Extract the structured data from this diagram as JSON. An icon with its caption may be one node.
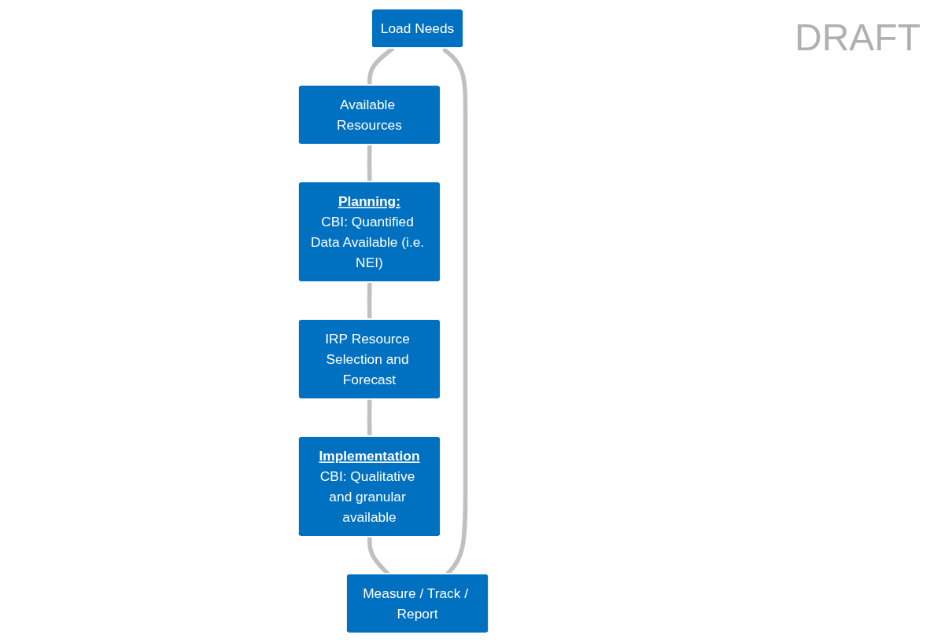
{
  "diagram": {
    "nodes": [
      {
        "text": [
          "Load Needs"
        ]
      },
      {
        "text": [
          "Available Resources"
        ]
      },
      {
        "text": [
          "Planning:",
          "CBI: Quantified Data Available (i.e. NEI)"
        ]
      },
      {
        "text": [
          "IRP Resource Selection and Forecast"
        ]
      },
      {
        "text": [
          "Implementation",
          "CBI: Qualitative and granular available"
        ]
      },
      {
        "text": [
          "Measure / Track / Report"
        ]
      }
    ],
    "edges": [
      {
        "from": 0,
        "to": 1,
        "arrow": "none"
      },
      {
        "from": 1,
        "to": 2,
        "arrow": "none"
      },
      {
        "from": 2,
        "to": 3,
        "arrow": "none"
      },
      {
        "from": 3,
        "to": 4,
        "arrow": "none"
      },
      {
        "from": 4,
        "to": 5,
        "arrow": "none"
      },
      {
        "from": 5,
        "to": 0,
        "arrow": "to"
      }
    ],
    "labels": [
      "DRAFT"
    ]
  }
}
